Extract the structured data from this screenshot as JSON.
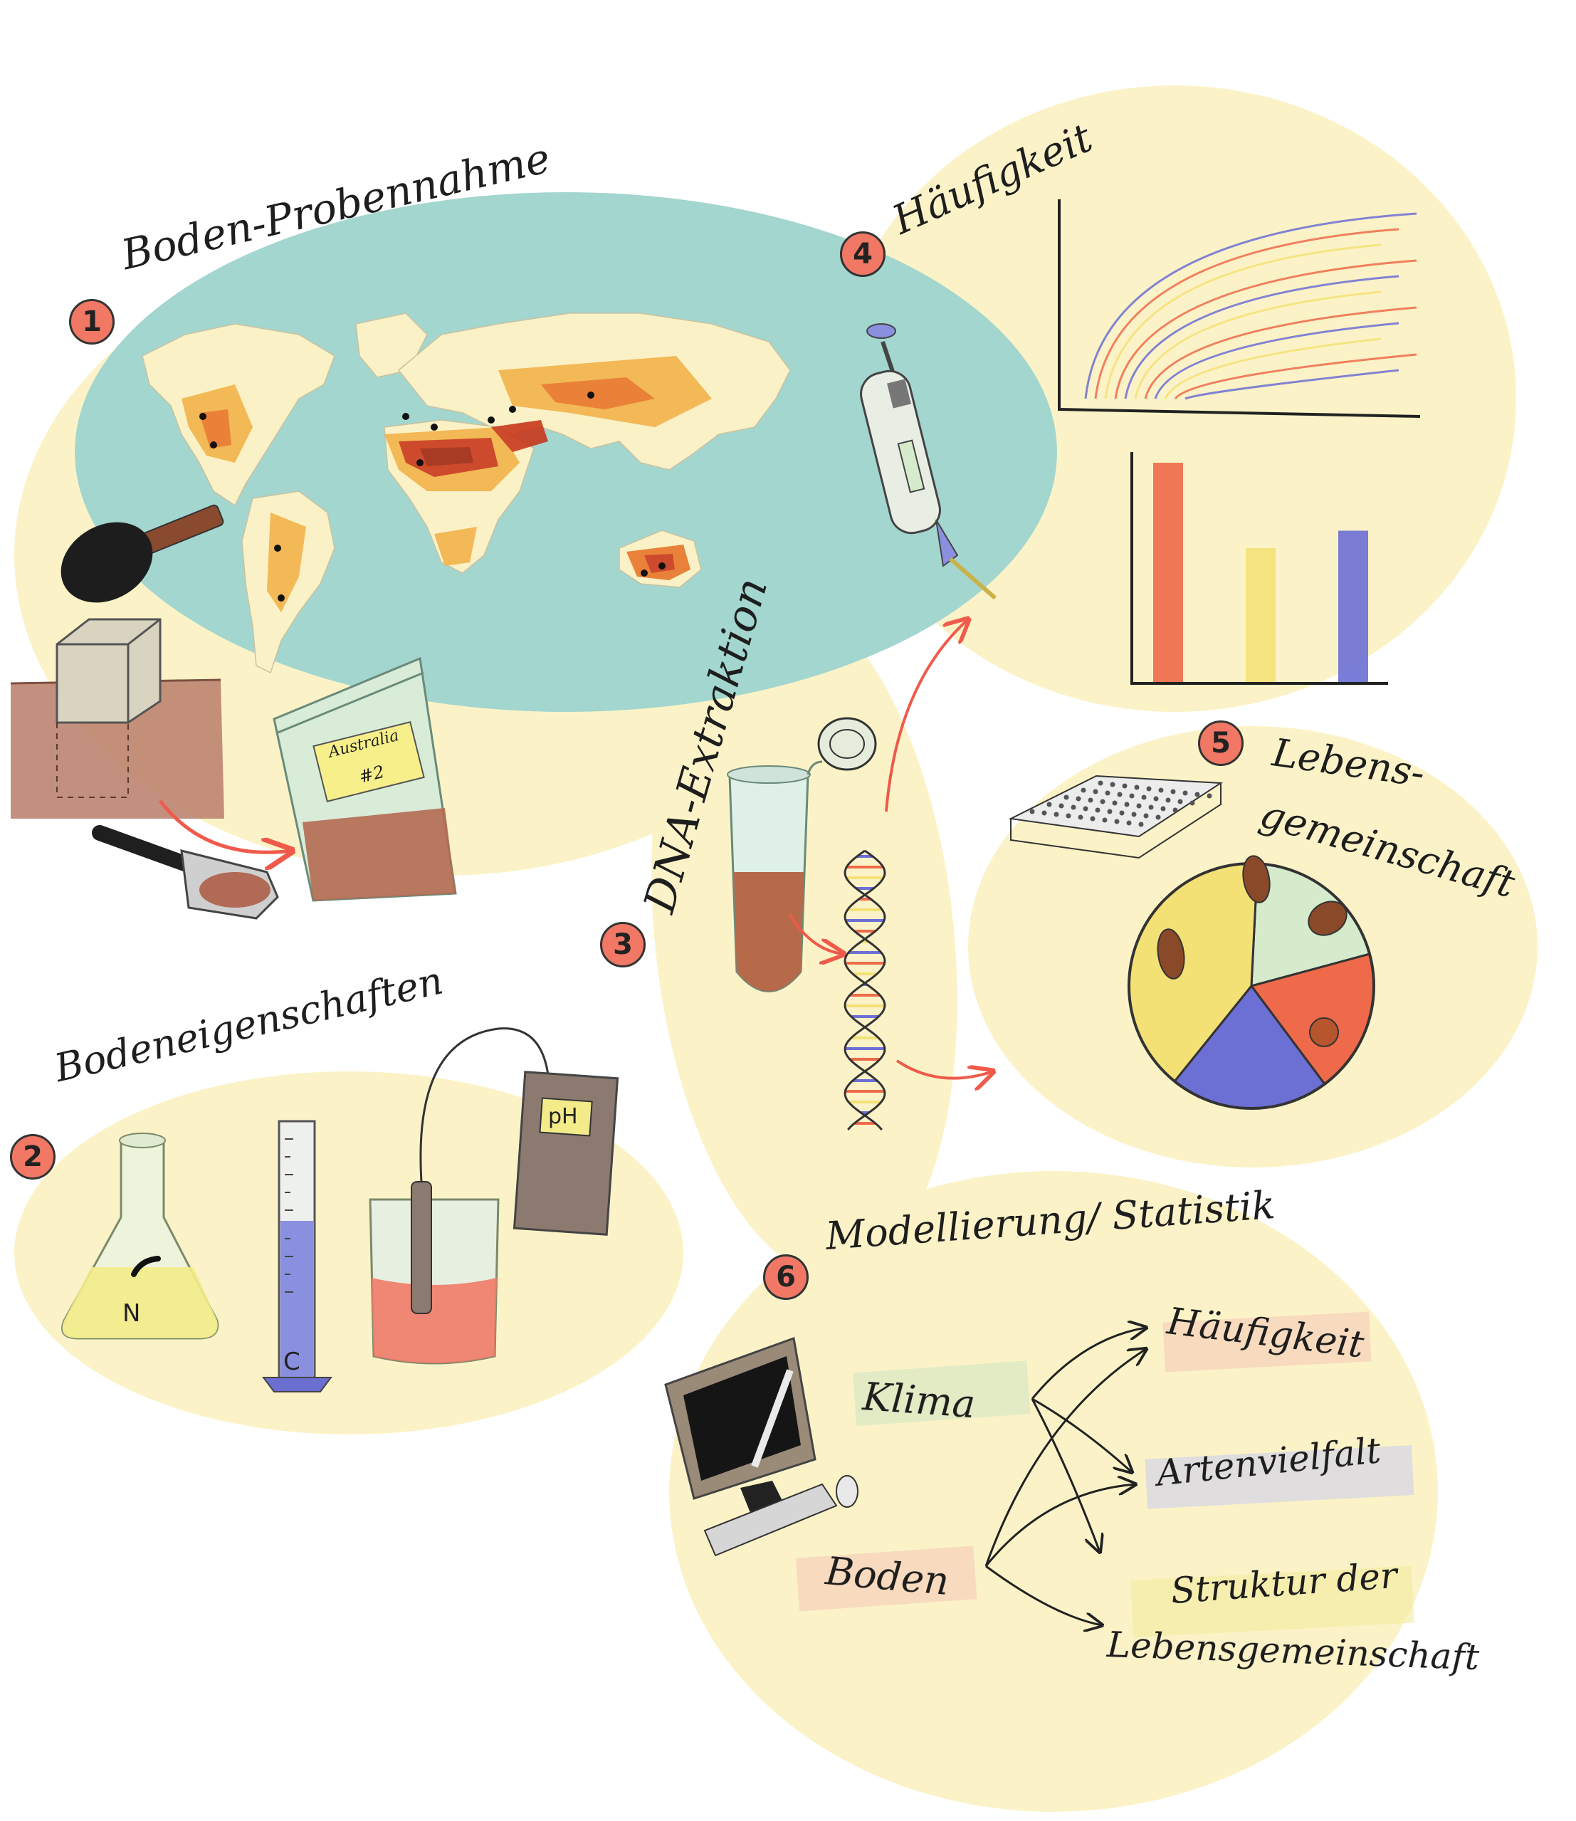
{
  "steps": {
    "s1": {
      "num": "1",
      "title": "Boden-Probennahme",
      "bag_label_line1": "Australia",
      "bag_label_line2": "#2"
    },
    "s2": {
      "num": "2",
      "title": "Bodeneigenschaften",
      "flask_label": "N",
      "cylinder_label": "C",
      "meter_label": "pH"
    },
    "s3": {
      "num": "3",
      "title": "DNA-Extraktion"
    },
    "s4": {
      "num": "4",
      "title": "Häufigkeit"
    },
    "s5": {
      "num": "5",
      "title_line1": "Lebens-",
      "title_line2": "gemeinschaft"
    },
    "s6": {
      "num": "6",
      "title": "Modellierung/ Statistik",
      "inputs": [
        "Klima",
        "Boden"
      ],
      "outputs": [
        "Häufigkeit",
        "Artenvielfalt",
        "Struktur der",
        "Lebensgemeinschaft"
      ]
    }
  },
  "colors": {
    "blob": "#fbf3c7",
    "ocean": "#a3d6cf",
    "arrow": "#ef5a4a",
    "red": "#ee6a4a",
    "yellow": "#f3e176",
    "blue": "#6c6fd4",
    "green": "#d5ebcc",
    "soil": "#b3775a",
    "bean": "#8a4a2a"
  },
  "chart_data": {
    "type": "bar",
    "categories": [
      "",
      "",
      ""
    ],
    "values": [
      100,
      61,
      69
    ],
    "title": "",
    "xlabel": "",
    "ylabel": "",
    "ylim": [
      0,
      100
    ]
  },
  "pie_data": {
    "type": "pie",
    "values": [
      20,
      19,
      21,
      40
    ]
  }
}
